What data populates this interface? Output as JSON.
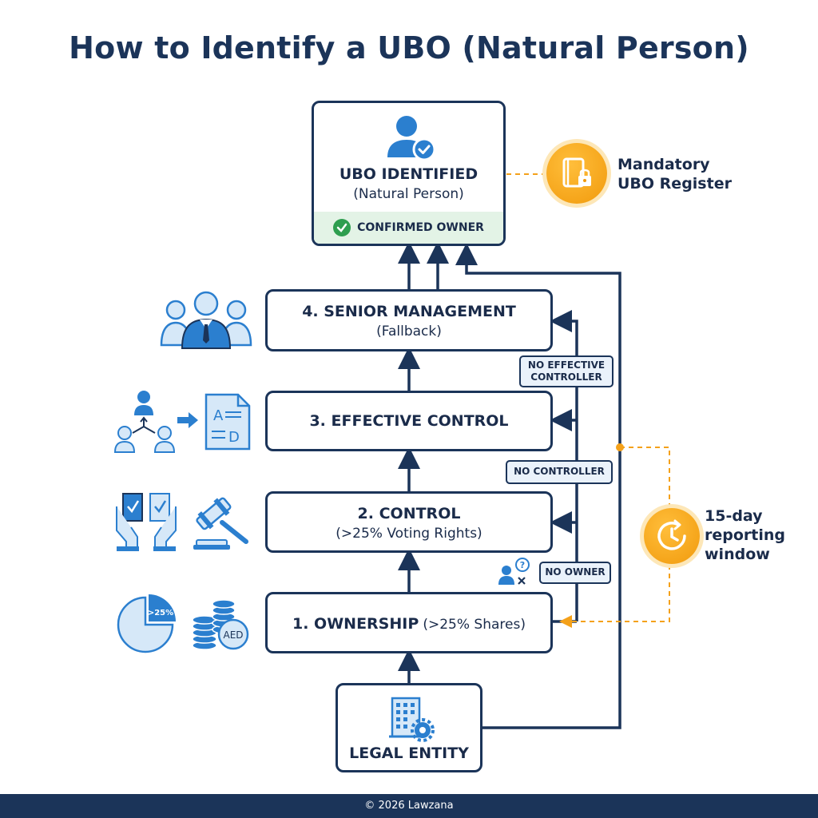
{
  "title": "How to Identify a UBO (Natural Person)",
  "ubo_box": {
    "heading": "UBO IDENTIFIED",
    "subheading": "(Natural Person)",
    "status": "CONFIRMED OWNER"
  },
  "register": {
    "label_line1": "Mandatory",
    "label_line2": "UBO Register"
  },
  "steps": [
    {
      "title": "1. OWNERSHIP",
      "subtitle": "(>25% Shares)"
    },
    {
      "title": "2. CONTROL",
      "subtitle": "(>25% Voting Rights)"
    },
    {
      "title": "3. EFFECTIVE CONTROL",
      "subtitle": ""
    },
    {
      "title": "4. SENIOR MANAGEMENT",
      "subtitle": "(Fallback)"
    }
  ],
  "fallback_labels": {
    "no_owner": "NO OWNER",
    "no_controller": "NO CONTROLLER",
    "no_effective_line1": "NO EFFECTIVE",
    "no_effective_line2": "CONTROLLER"
  },
  "reporting_window": {
    "line1": "15-day",
    "line2": "reporting",
    "line3": "window"
  },
  "legal_entity": "LEGAL ENTITY",
  "icon_texts": {
    "share_badge": ">25%",
    "currency": "AED"
  },
  "footer": "© 2026 Lawzana",
  "colors": {
    "navy": "#1b3459",
    "icon_blue": "#2b7fcf",
    "icon_light": "#d6e8f8",
    "orange": "#f4a11a",
    "green": "#2e9e4f"
  },
  "icons": [
    "user-check-icon",
    "ledger-lock-icon",
    "management-team-icon",
    "org-chart-icon",
    "document-icon",
    "voting-hands-icon",
    "gavel-icon",
    "pie-chart-icon",
    "coins-icon",
    "no-owner-icon",
    "clock-icon",
    "building-gear-icon"
  ]
}
